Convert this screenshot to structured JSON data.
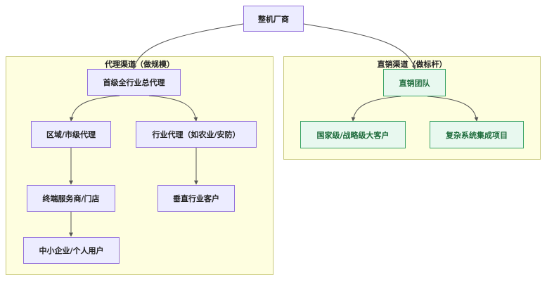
{
  "root": {
    "label": "整机厂商"
  },
  "agent_channel": {
    "title": "代理渠道（做规模）",
    "national_agent": "首级全行业总代理",
    "regional_agent": "区域/市级代理",
    "industry_agent": "行业代理（如农业/安防）",
    "terminal_dealer": "终端服务商/门店",
    "vertical_customer": "垂直行业客户",
    "sme_user": "中小企业/个人用户"
  },
  "direct_channel": {
    "title": "直销渠道（做标杆）",
    "direct_team": "直销团队",
    "key_accounts": "国家级/战略级大客户",
    "complex_projects": "复杂系统集成项目"
  },
  "colors": {
    "cluster_fill": "#fefee0",
    "cluster_border": "#c8c87a",
    "node_fill": "#ececff",
    "node_border": "#9370db",
    "direct_node_fill": "#e8f8ef",
    "direct_node_border": "#3aa366",
    "edge": "#555555"
  }
}
